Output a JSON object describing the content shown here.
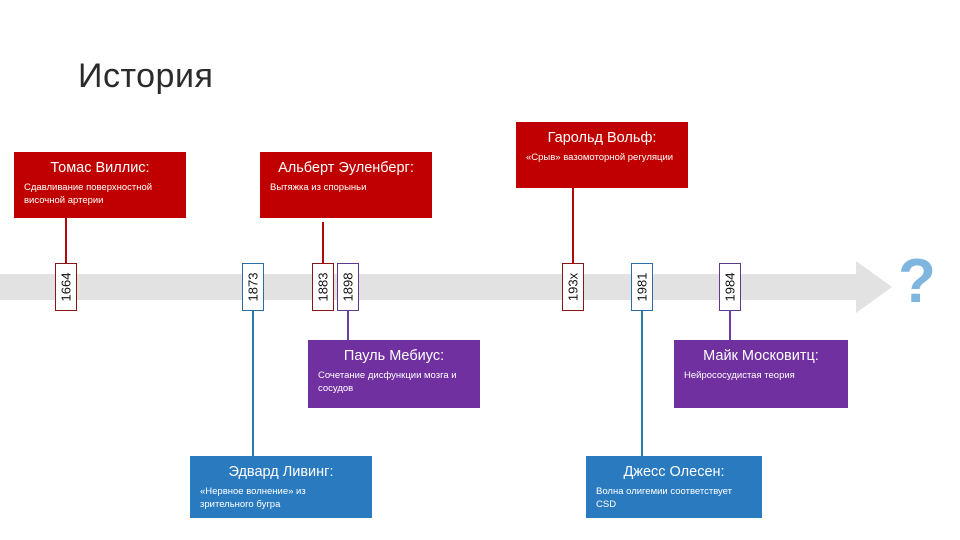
{
  "slide": {
    "title": "История",
    "background_color": "#ffffff",
    "title_color": "#2b2b2b"
  },
  "timeline": {
    "bar_color": "#e2e2e2",
    "end_marker": "?",
    "end_marker_color": "#7eb6e0",
    "end_marker_name": "question-mark-icon",
    "dates": [
      {
        "label": "1664",
        "accent": "red",
        "accent_color": "#8c1414"
      },
      {
        "label": "1873",
        "accent": "blue",
        "accent_color": "#2a6ca8"
      },
      {
        "label": "1883",
        "accent": "red",
        "accent_color": "#8c1414"
      },
      {
        "label": "1898",
        "accent": "purple",
        "accent_color": "#5f3a8c"
      },
      {
        "label": "193x",
        "accent": "red",
        "accent_color": "#8c1414"
      },
      {
        "label": "1981",
        "accent": "blue",
        "accent_color": "#2a6ca8"
      },
      {
        "label": "1984",
        "accent": "purple",
        "accent_color": "#5f3a8c"
      }
    ]
  },
  "events": [
    {
      "id": "thomas-willis",
      "title": "Томас Виллис:",
      "description": "Сдавливание поверхностной височной артерии",
      "color": "#c00000",
      "year": "1664"
    },
    {
      "id": "albert-eulenburg",
      "title": "Альберт Эуленберг:",
      "description": "Вытяжка из спорыньи",
      "color": "#c00000",
      "year": "1883"
    },
    {
      "id": "harold-wolff",
      "title": "Гарольд Вольф:",
      "description": "«Срыв» вазомоторной регуляции",
      "color": "#c00000",
      "year": "193x"
    },
    {
      "id": "paul-moebius",
      "title": "Пауль Мебиус:",
      "description": "Сочетание дисфункции мозга и сосудов",
      "color": "#7030a0",
      "year": "1898"
    },
    {
      "id": "michael-moskowitz",
      "title": "Майк Московитц:",
      "description": "Нейрососудистая теория",
      "color": "#7030a0",
      "year": "1984"
    },
    {
      "id": "edward-liveing",
      "title": "Эдвард Ливинг:",
      "description": "«Нервное волнение» из зрительного бугра",
      "color": "#2a7ac0",
      "year": "1873"
    },
    {
      "id": "jes-olesen",
      "title": "Джесс Олесен:",
      "description": "Волна олигемии соответствует CSD",
      "color": "#2a7ac0",
      "year": "1981"
    }
  ]
}
